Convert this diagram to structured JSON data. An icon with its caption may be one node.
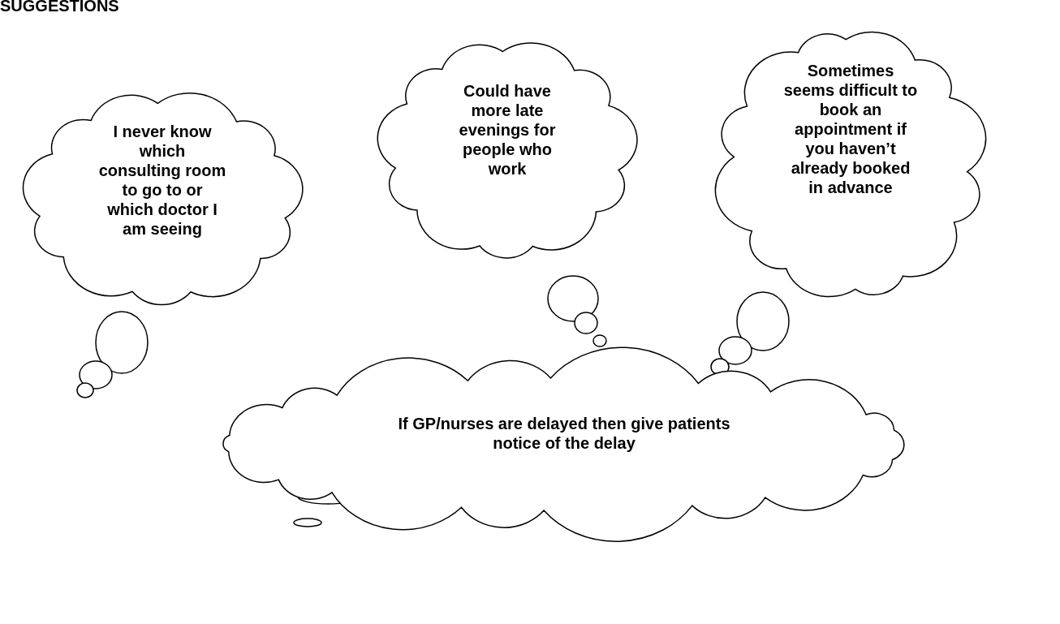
{
  "diagram": {
    "title": "SUGGESTIONS",
    "nodes": [
      {
        "text": [
          "I never know which consulting room to go to or which doctor I am seeing"
        ]
      },
      {
        "text": [
          "Could have more late evenings for people who work"
        ]
      },
      {
        "text": [
          "Sometimes seems difficult to book an appointment if you haven’t already booked in advance"
        ]
      },
      {
        "text": [
          "If GP/nurses are delayed then give patients notice of the delay"
        ]
      }
    ]
  }
}
